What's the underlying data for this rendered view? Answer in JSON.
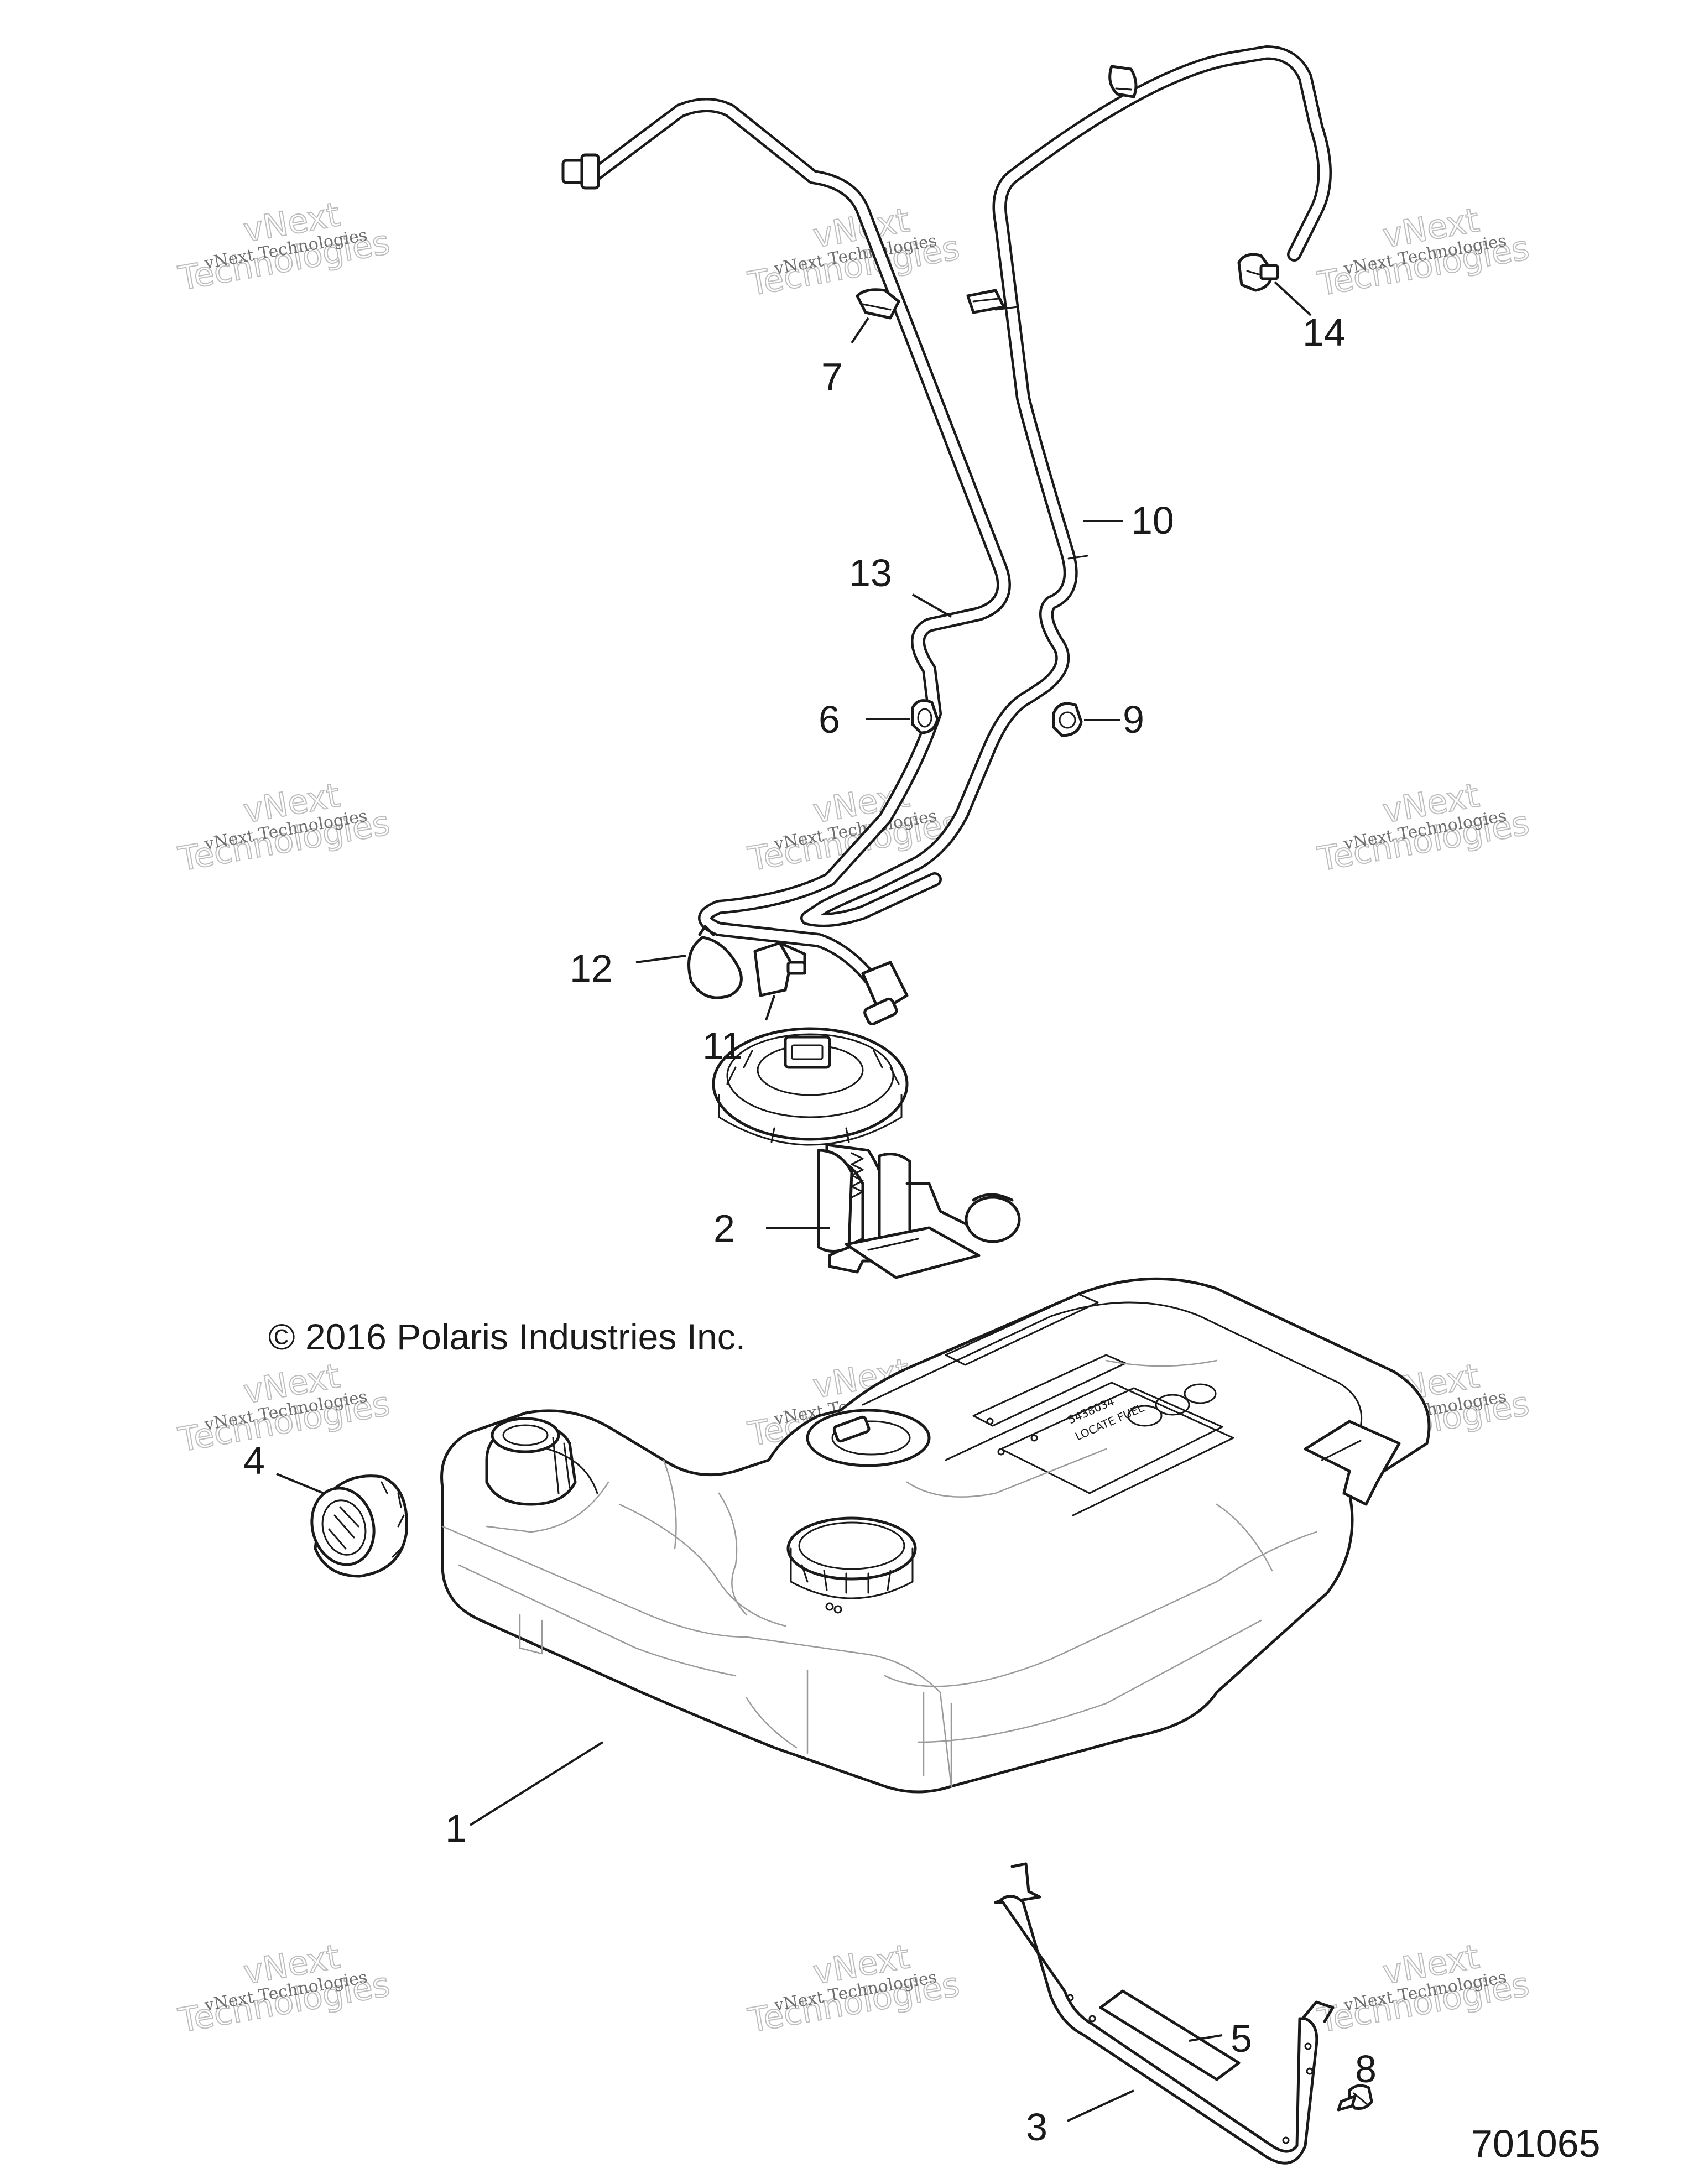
{
  "copyright": "© 2016 Polaris Industries Inc.",
  "drawing_number": "701065",
  "watermark": {
    "line1": "vNext Technologies",
    "big_line1": "vNext",
    "big_line2": "Technologies"
  },
  "callouts": {
    "c1": "1",
    "c2": "2",
    "c3": "3",
    "c4": "4",
    "c5": "5",
    "c6": "6",
    "c7": "7",
    "c8": "8",
    "c9": "9",
    "c10": "10",
    "c11": "11",
    "c12": "12",
    "c13": "13",
    "c14": "14"
  },
  "tank_label": {
    "line1": "5438034",
    "line2": "LOCATE FUEL"
  }
}
